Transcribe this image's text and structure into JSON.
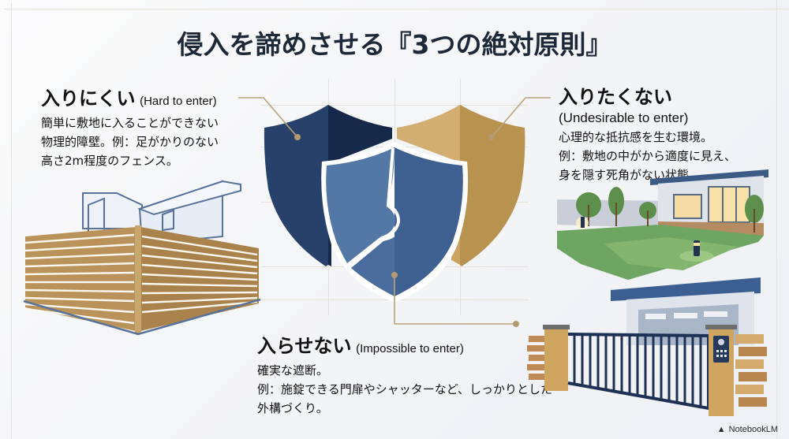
{
  "title": "侵入を諦めさせる『3つの絶対原則』",
  "principles": [
    {
      "id": "hard",
      "heading_jp": "入りにくい",
      "heading_en": "(Hard to enter)",
      "desc": [
        "簡単に敷地に入ることができない",
        "物理的障壁。例：足がかりのない",
        "高さ2m程度のフェンス。"
      ],
      "shield_color": "#1f3558",
      "illustration": "fence-house-illustration"
    },
    {
      "id": "undesirable",
      "heading_jp": "入りたくない",
      "heading_en": "(Undesirable to enter)",
      "desc": [
        "心理的な抵抗感を生む環境。",
        "例：敷地の中がから適度に見え、",
        "身を隠す死角がない状態。"
      ],
      "shield_color": "#c09a5b",
      "illustration": "lit-garden-house-illustration"
    },
    {
      "id": "impossible",
      "heading_jp": "入らせない",
      "heading_en": "(Impossible to enter)",
      "desc": [
        "確実な遮断。",
        "例：施錠できる門扉やシャッターなど、しっかりとした",
        "外構づくり。"
      ],
      "shield_color": "#46699a",
      "illustration": "gate-garage-illustration"
    }
  ],
  "colors": {
    "navy": "#1f3558",
    "gold": "#c09a5b",
    "blue": "#46699a",
    "connector": "#b9a27c"
  },
  "brand": {
    "icon": "notebooklm-icon",
    "label": "NotebookLM"
  }
}
